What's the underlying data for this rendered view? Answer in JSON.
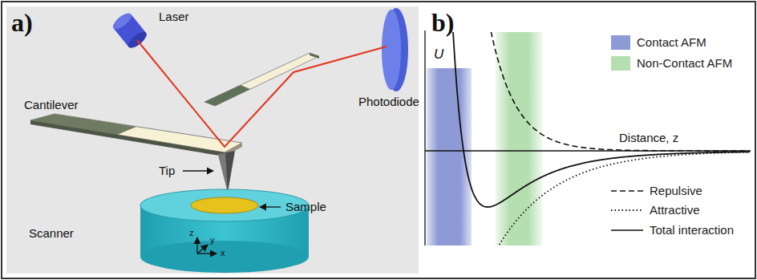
{
  "diagram": {
    "labels": [
      "a)",
      "Laser",
      "Cantilever",
      "Photodiode",
      "Tip",
      "Sample",
      "Scanner",
      "z",
      "y",
      "x",
      "b)",
      "U",
      "Distance, z"
    ],
    "legend": [
      {
        "text": "Contact AFM",
        "color": "#8e9ad6"
      },
      {
        "text": "Non-Contact AFM",
        "color": "#b5dfb0"
      },
      {
        "text": "Repulsive"
      },
      {
        "text": "Attractive"
      },
      {
        "text": "Total interaction"
      }
    ]
  }
}
